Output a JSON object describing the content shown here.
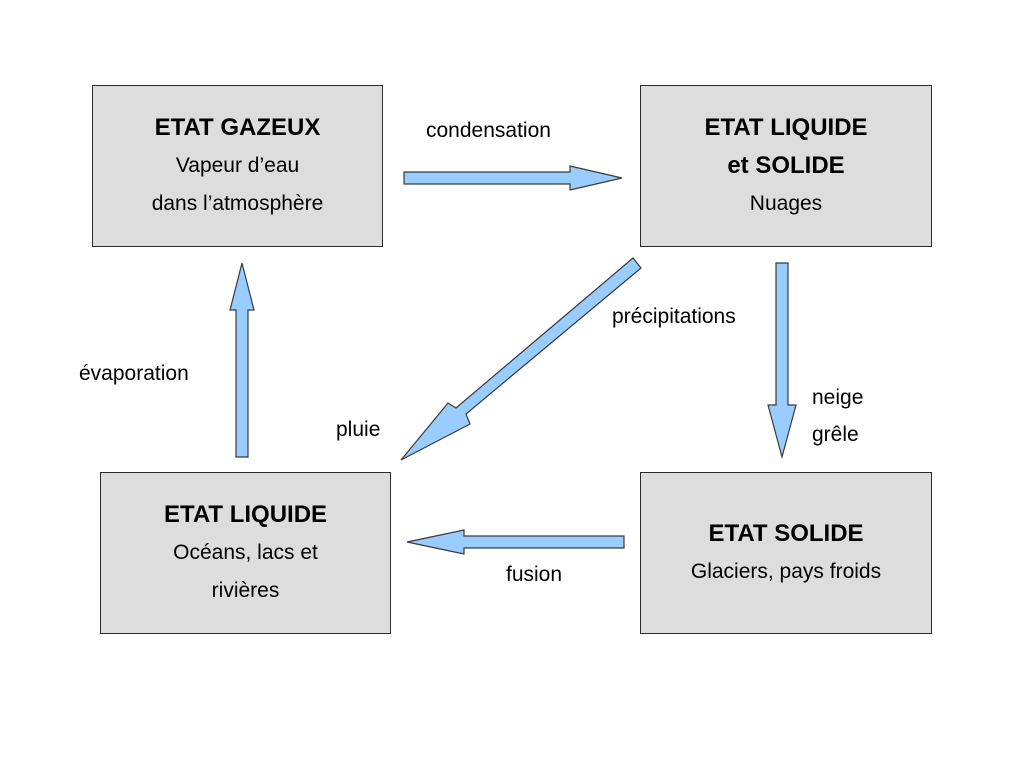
{
  "boxes": {
    "gas": {
      "title": "ETAT GAZEUX",
      "lines": [
        "Vapeur d’eau",
        "dans l’atmosphère"
      ]
    },
    "cloud": {
      "title_lines": [
        "ETAT LIQUIDE",
        "et SOLIDE"
      ],
      "lines": [
        "Nuages"
      ]
    },
    "liquid": {
      "title": "ETAT LIQUIDE",
      "lines": [
        "Océans, lacs et",
        "rivières"
      ]
    },
    "solid": {
      "title": "ETAT SOLIDE",
      "lines": [
        "Glaciers, pays froids"
      ]
    }
  },
  "labels": {
    "condensation": "condensation",
    "precipitations": "précipitations",
    "neige": "neige",
    "grele": "grêle",
    "pluie": "pluie",
    "evaporation": "évaporation",
    "fusion": "fusion"
  },
  "colors": {
    "box_fill": "#dddddd",
    "arrow_fill": "#99ccff"
  }
}
